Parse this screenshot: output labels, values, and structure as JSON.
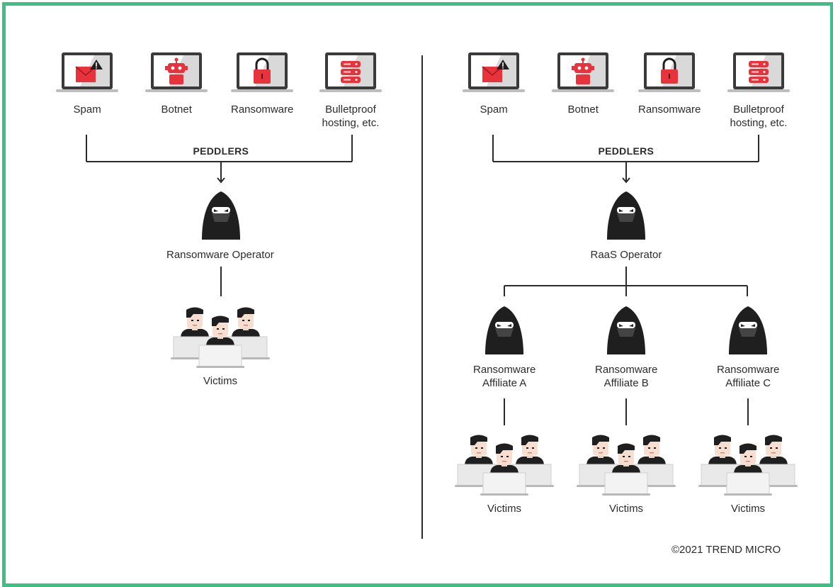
{
  "colors": {
    "border": "#3fbf86",
    "red": "#e8323c",
    "dark": "#1f1f1f",
    "laptop": "#3a3a3a"
  },
  "left": {
    "services": [
      {
        "label": "Spam",
        "icon": "spam-envelope-icon"
      },
      {
        "label": "Botnet",
        "icon": "botnet-robot-icon"
      },
      {
        "label": "Ransomware",
        "icon": "ransomware-lock-icon"
      },
      {
        "label": "Bulletproof\nhosting, etc.",
        "icon": "server-icon"
      }
    ],
    "peddlers_label": "PEDDLERS",
    "operator_label": "Ransomware Operator",
    "victims_label": "Victims"
  },
  "right": {
    "services": [
      {
        "label": "Spam",
        "icon": "spam-envelope-icon"
      },
      {
        "label": "Botnet",
        "icon": "botnet-robot-icon"
      },
      {
        "label": "Ransomware",
        "icon": "ransomware-lock-icon"
      },
      {
        "label": "Bulletproof\nhosting, etc.",
        "icon": "server-icon"
      }
    ],
    "peddlers_label": "PEDDLERS",
    "operator_label": "RaaS Operator",
    "affiliates": [
      {
        "label": "Ransomware\nAffiliate A",
        "victims_label": "Victims"
      },
      {
        "label": "Ransomware\nAffiliate B",
        "victims_label": "Victims"
      },
      {
        "label": "Ransomware\nAffiliate C",
        "victims_label": "Victims"
      }
    ]
  },
  "copyright": "©2021 TREND MICRO"
}
